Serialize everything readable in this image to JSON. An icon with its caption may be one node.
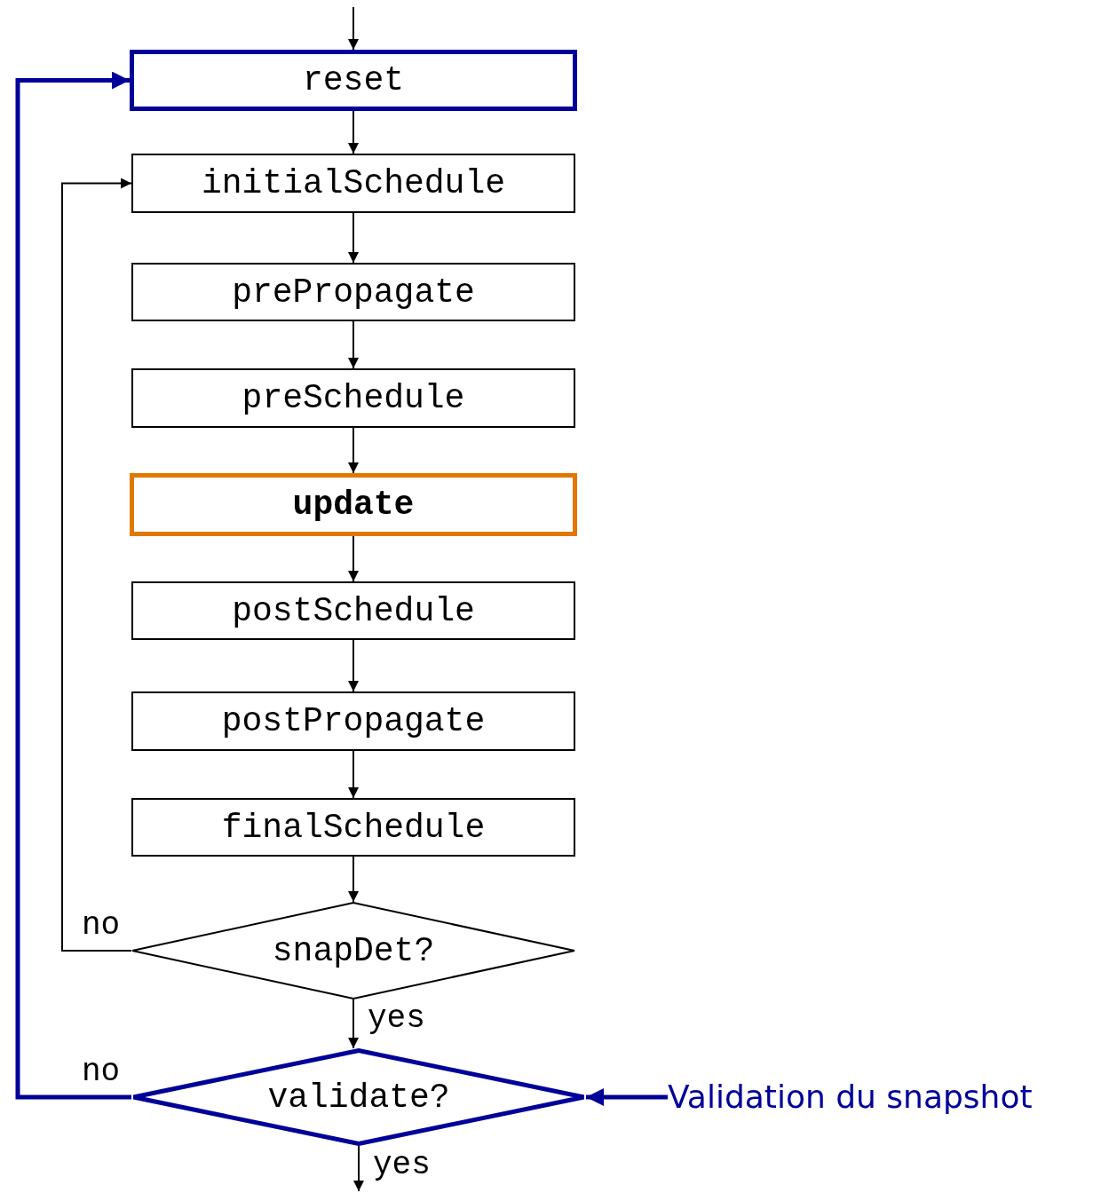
{
  "diagram": {
    "nodes": [
      {
        "text": [
          "reset"
        ]
      },
      {
        "text": [
          "initialSchedule"
        ]
      },
      {
        "text": [
          "prePropagate"
        ]
      },
      {
        "text": [
          "preSchedule"
        ]
      },
      {
        "text": [
          "update"
        ]
      },
      {
        "text": [
          "postSchedule"
        ]
      },
      {
        "text": [
          "postPropagate"
        ]
      },
      {
        "text": [
          "finalSchedule"
        ]
      },
      {
        "text": [
          "snapDet?"
        ]
      },
      {
        "text": [
          "validate?"
        ]
      },
      {
        "text": [
          "Validation du snapshot"
        ]
      }
    ],
    "edges": [
      {
        "from": null,
        "to": 0,
        "arrow": "to"
      },
      {
        "from": 0,
        "to": 1,
        "arrow": "to"
      },
      {
        "from": 1,
        "to": 2,
        "arrow": "to"
      },
      {
        "from": 2,
        "to": 3,
        "arrow": "to"
      },
      {
        "from": 3,
        "to": 4,
        "arrow": "to"
      },
      {
        "from": 4,
        "to": 5,
        "arrow": "to"
      },
      {
        "from": 5,
        "to": 6,
        "arrow": "to"
      },
      {
        "from": 6,
        "to": 7,
        "arrow": "to"
      },
      {
        "from": 7,
        "to": 8,
        "arrow": "to"
      },
      {
        "from": 8,
        "to": 1,
        "arrow": "to",
        "label": "no"
      },
      {
        "from": 8,
        "to": 9,
        "arrow": "to",
        "label": "yes"
      },
      {
        "from": 9,
        "to": 0,
        "arrow": "to",
        "label": "no",
        "style": "thick",
        "color": "#000099"
      },
      {
        "from": 9,
        "to": null,
        "arrow": "to",
        "label": "yes"
      },
      {
        "from": 10,
        "to": 9,
        "arrow": "to",
        "style": "thick",
        "color": "#000099"
      }
    ]
  }
}
